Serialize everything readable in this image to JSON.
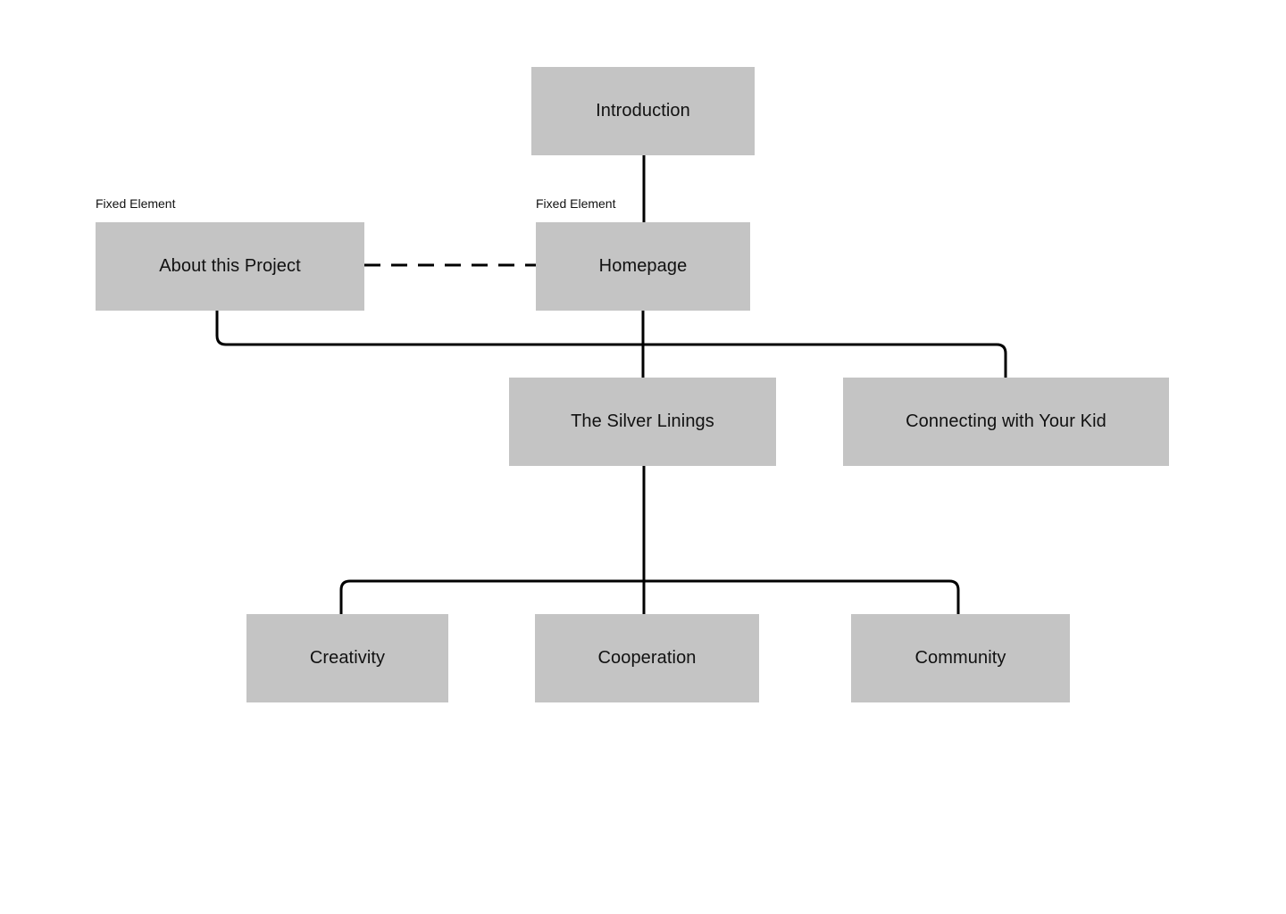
{
  "nodes": {
    "introduction": "Introduction",
    "homepage": "Homepage",
    "about": "About this Project",
    "silver_linings": "The Silver Linings",
    "connecting": "Connecting with Your Kid",
    "creativity": "Creativity",
    "cooperation": "Cooperation",
    "community": "Community"
  },
  "tags": {
    "about_fixed": "Fixed Element",
    "homepage_fixed": "Fixed Element"
  },
  "colors": {
    "node_fill": "#c4c4c4",
    "connector": "#000000",
    "background": "#ffffff"
  }
}
